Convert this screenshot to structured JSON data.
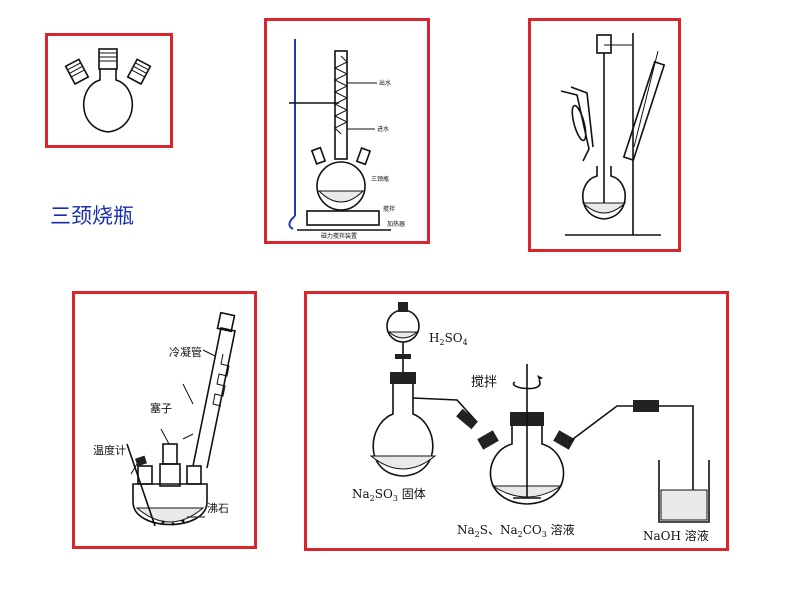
{
  "caption": {
    "text": "三颈烧瓶",
    "color": "#1a2fb0"
  },
  "border_color": "#d9262c",
  "panel2": {
    "labels": [
      "出水",
      "进水",
      "三颈瓶",
      "搅拌",
      "加热器"
    ],
    "footer": "磁力搅拌装置"
  },
  "panel4": {
    "condenser": "冷凝管",
    "stopper": "塞子",
    "thermometer": "温度计",
    "boiling_chips": "沸石"
  },
  "panel5": {
    "acid_main": "H",
    "acid_sub": "2",
    "acid_mid": "SO",
    "acid_sub2": "4",
    "stir": "搅拌",
    "left_flask": {
      "a": "Na",
      "s1": "2",
      "b": "SO",
      "s2": "3",
      "c": " 固体"
    },
    "mid_flask": {
      "a": "Na",
      "s1": "2",
      "b": "S、Na",
      "s2": "2",
      "c": "CO",
      "s3": "3",
      "d": " 溶液"
    },
    "beaker": "NaOH 溶液"
  }
}
